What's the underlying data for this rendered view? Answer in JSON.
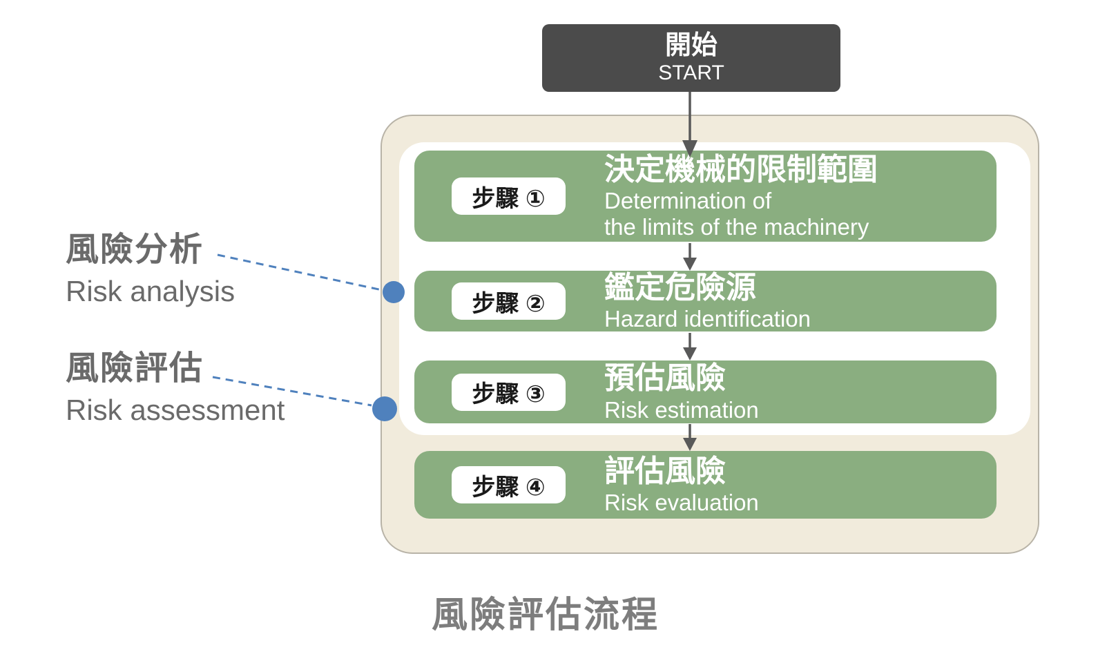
{
  "start": {
    "title_zh": "開始",
    "title_en": "START"
  },
  "flow": {
    "steps": [
      {
        "badge": "步驟 ①",
        "title_zh": "決定機械的限制範圍",
        "title_en": "Determination of\nthe limits of the machinery"
      },
      {
        "badge": "步驟 ②",
        "title_zh": "鑑定危險源",
        "title_en": "Hazard identification"
      },
      {
        "badge": "步驟 ③",
        "title_zh": "預估風險",
        "title_en": "Risk estimation"
      },
      {
        "badge": "步驟 ④",
        "title_zh": "評估風險",
        "title_en": "Risk evaluation"
      }
    ]
  },
  "annotations": [
    {
      "label_zh": "風險分析",
      "label_en": "Risk analysis"
    },
    {
      "label_zh": "風險評估",
      "label_en": "Risk assessment"
    }
  ],
  "caption": "風險評估流程",
  "colors": {
    "start_bg": "#4b4b4b",
    "step_bg": "#8aae80",
    "panel_bg": "#f1ebdc",
    "panel_border": "#b8b3a7",
    "accent_blue": "#4f81bd",
    "arrow": "#595959",
    "label_text": "#6a6a6a",
    "caption_text": "#7d7d7d",
    "badge_text": "#1a1a1a"
  }
}
